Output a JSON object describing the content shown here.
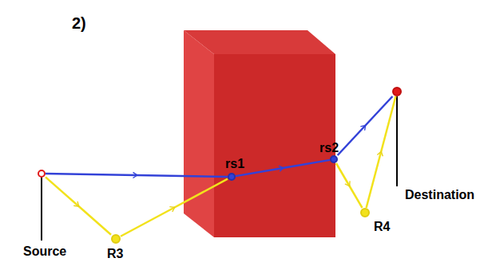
{
  "diagram": {
    "nodes": [
      {
        "text": [
          "Source"
        ]
      },
      {
        "text": [
          "R3"
        ]
      },
      {
        "text": [
          "rs1"
        ]
      },
      {
        "text": [
          "rs2"
        ]
      },
      {
        "text": [
          "R4"
        ]
      },
      {
        "text": [
          "Destination"
        ]
      }
    ],
    "edges": [
      {
        "from": 0,
        "to": 2,
        "arrow": "to"
      },
      {
        "from": 2,
        "to": 3,
        "arrow": "to"
      },
      {
        "from": 3,
        "to": 5,
        "arrow": "to"
      },
      {
        "from": 0,
        "to": 1,
        "arrow": "to"
      },
      {
        "from": 1,
        "to": 2,
        "arrow": "to"
      },
      {
        "from": 3,
        "to": 4,
        "arrow": "to"
      },
      {
        "from": 4,
        "to": 5,
        "arrow": "to"
      }
    ],
    "labels": [
      "2)"
    ]
  }
}
